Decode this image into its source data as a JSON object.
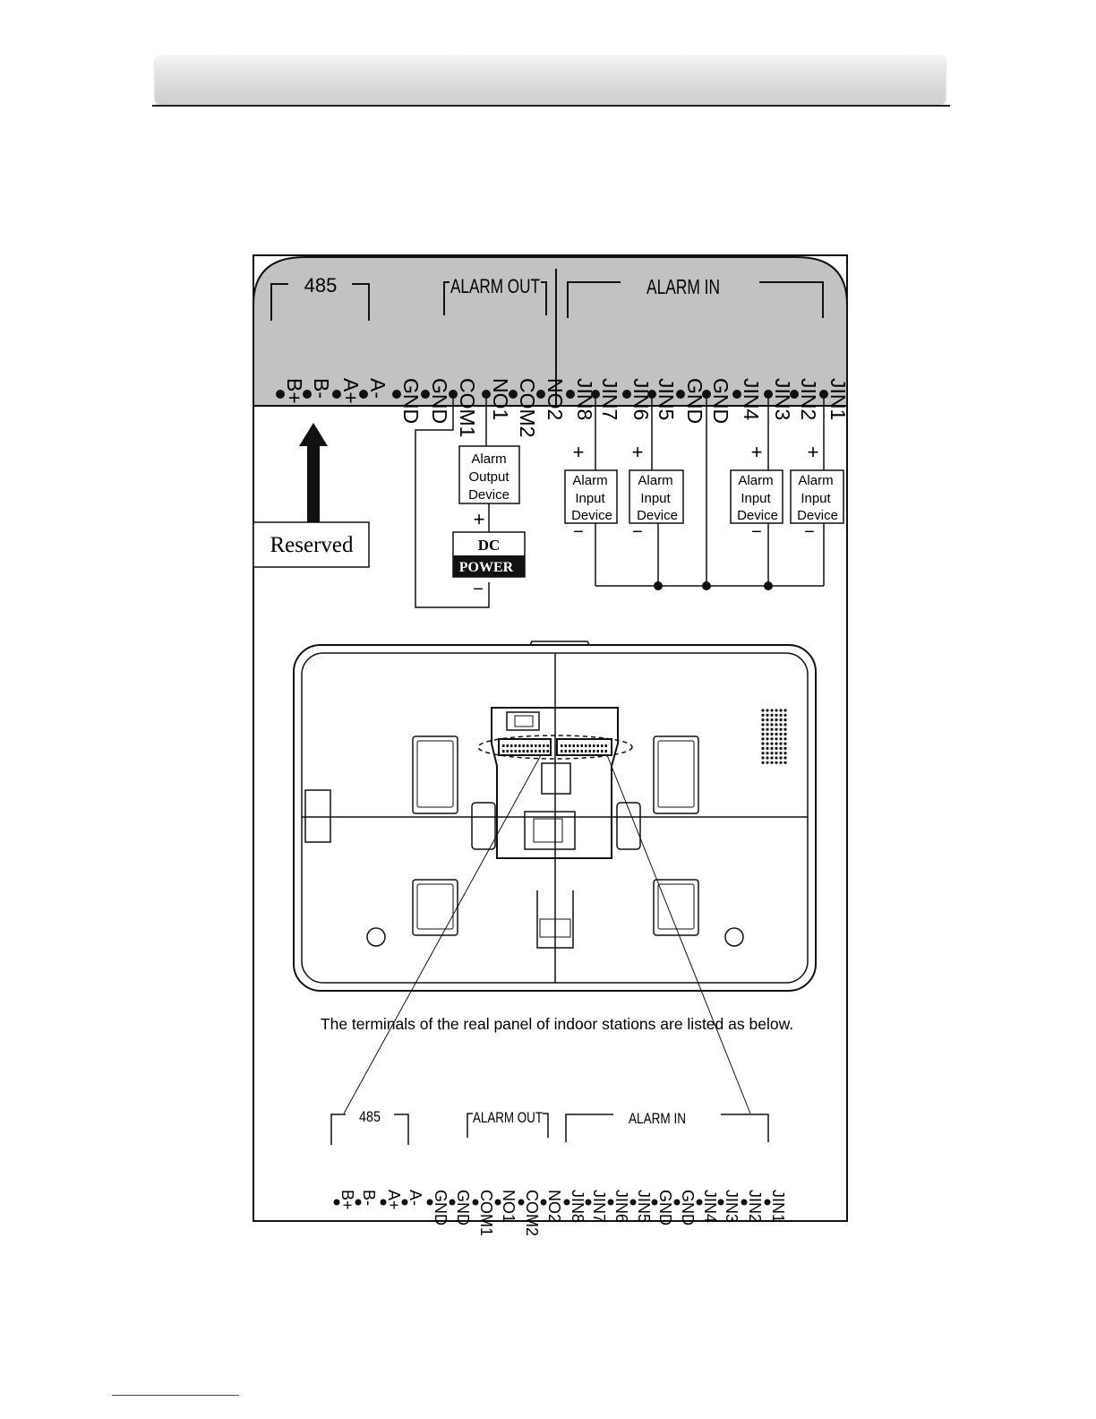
{
  "top_panel": {
    "group_485": "485",
    "group_alarm_out": "ALARM OUT",
    "group_alarm_in": "ALARM IN",
    "terminals": [
      "B+",
      "B-",
      "A+",
      "A-",
      "GND",
      "GND",
      "COM1",
      "NO1",
      "COM2",
      "NO2",
      "JIN8",
      "JIN7",
      "JIN6",
      "JIN5",
      "GND",
      "GND",
      "JIN4",
      "JIN3",
      "JIN2",
      "JIN1"
    ]
  },
  "wiring": {
    "reserved_label": "Reserved",
    "alarm_output_device": [
      "Alarm",
      "Output",
      "Device"
    ],
    "alarm_input_device": [
      "Alarm",
      "Input",
      "Device"
    ],
    "dc_power": [
      "DC",
      "POWER"
    ],
    "plus": "+",
    "minus": "−"
  },
  "caption": "The terminals of the real panel of indoor stations are listed as below.",
  "bottom_panel": {
    "group_485": "485",
    "group_alarm_out": "ALARM OUT",
    "group_alarm_in": "ALARM IN",
    "terminals": [
      "B+",
      "B-",
      "A+",
      "A-",
      "GND",
      "GND",
      "COM1",
      "NO1",
      "COM2",
      "NO2",
      "JIN8",
      "JIN7",
      "JIN6",
      "JIN5",
      "GND",
      "GND",
      "JIN4",
      "JIN3",
      "JIN2",
      "JIN1"
    ]
  }
}
